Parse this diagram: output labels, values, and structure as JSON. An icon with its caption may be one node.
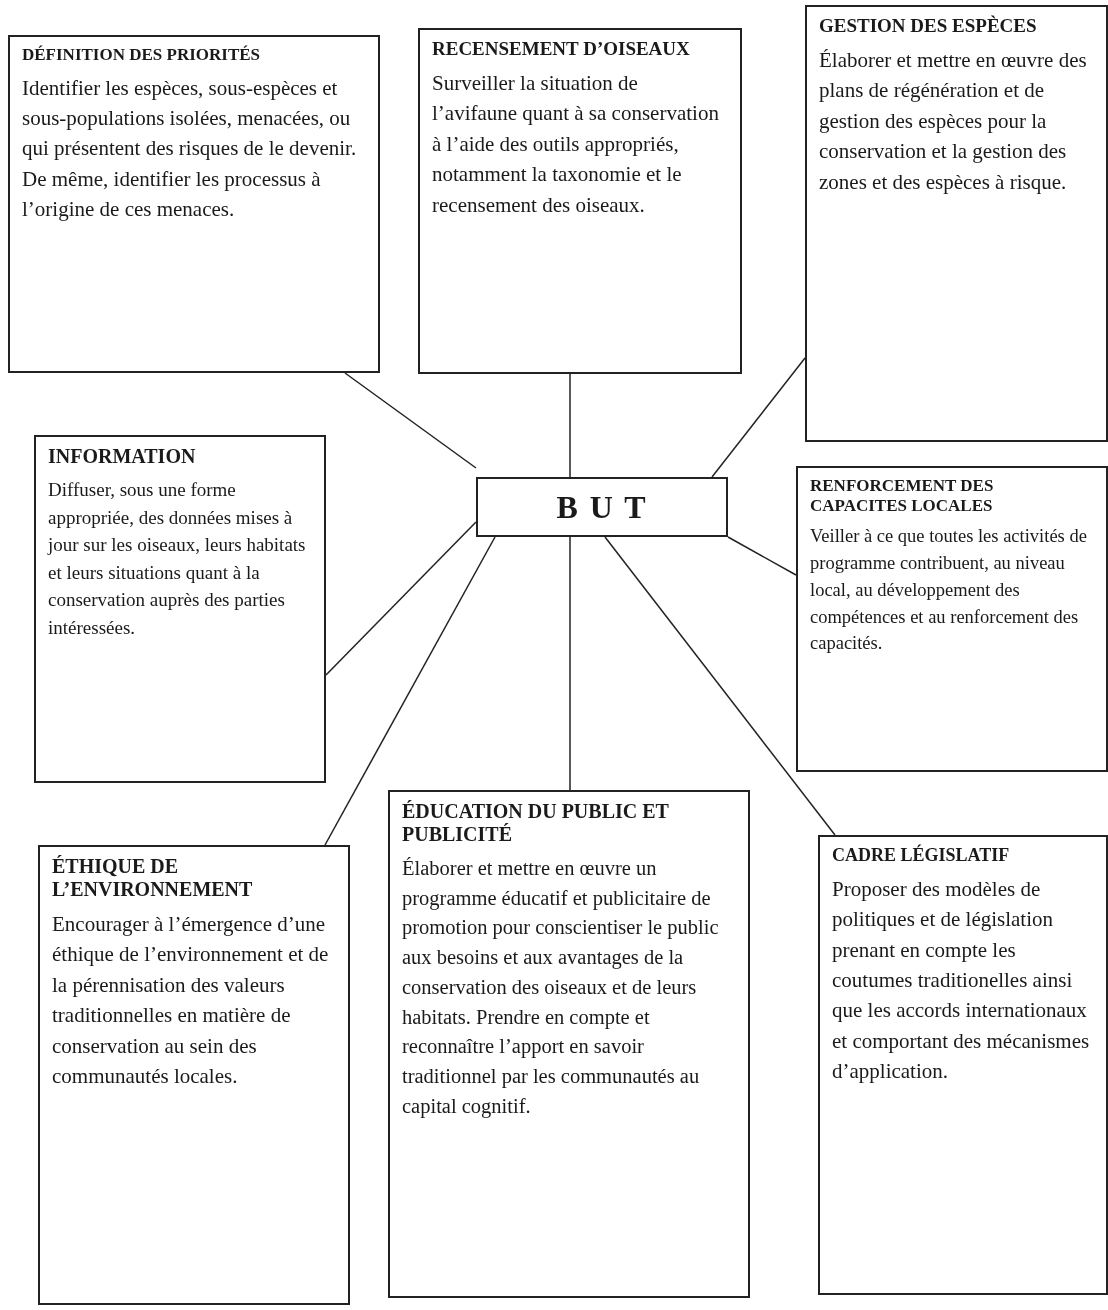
{
  "diagram": {
    "nodes": [
      {
        "text": [
          "DÉFINITION DES PRIORITÉS",
          "Identifier les espèces, sous-espèces et sous-populations isolées, menacées, ou qui présentent des risques de le devenir. De même, identifier les processus à l’origine de ces menaces."
        ]
      },
      {
        "text": [
          "RECENSEMENT D’OISEAUX",
          "Surveiller la situation de l’avifaune quant à sa conservation à l’aide des outils appropriés, notamment la taxonomie et le recensement des oiseaux."
        ]
      },
      {
        "text": [
          "GESTION DES ESPÈCES",
          "Élaborer et mettre en œuvre des plans de régénération et de gestion des espèces pour la conservation et la gestion des zones et des espèces à risque."
        ]
      },
      {
        "text": [
          "INFORMATION",
          "Diffuser, sous une forme appropriée, des données mises à jour sur les oiseaux, leurs habitats et leurs situations quant à la conservation auprès des parties intéressées."
        ]
      },
      {
        "text": [
          "B U T"
        ]
      },
      {
        "text": [
          "RENFORCEMENT DES CAPACITES LOCALES",
          "Veiller à ce que toutes les activités de programme contribuent, au niveau local, au développement des compétences et au renforcement des capacités."
        ]
      },
      {
        "text": [
          "ÉTHIQUE DE L’ENVIRONNEMENT",
          "Encourager à l’émergence d’une éthique de l’environnement et de la pérennisation des valeurs traditionnelles en matière de conservation au sein des communautés locales."
        ]
      },
      {
        "text": [
          "ÉDUCATION DU PUBLIC ET PUBLICITÉ",
          "Élaborer et mettre en œuvre un programme éducatif et publicitaire de promotion pour conscientiser le public aux besoins et aux avantages de la conservation des oiseaux et de leurs habitats. Prendre en compte et reconnaître l’apport en savoir traditionnel par les communautés au capital cognitif."
        ]
      },
      {
        "text": [
          "CADRE LÉGISLATIF",
          "Proposer des modèles de politiques et de législation prenant en compte les coutumes traditionelles ainsi que les accords internationaux et comportant des mécanismes d’application."
        ]
      }
    ],
    "edges": [
      {
        "from": 4,
        "to": 0,
        "arrow": "none"
      },
      {
        "from": 4,
        "to": 1,
        "arrow": "none"
      },
      {
        "from": 4,
        "to": 2,
        "arrow": "none"
      },
      {
        "from": 4,
        "to": 3,
        "arrow": "none"
      },
      {
        "from": 4,
        "to": 5,
        "arrow": "none"
      },
      {
        "from": 4,
        "to": 6,
        "arrow": "none"
      },
      {
        "from": 4,
        "to": 7,
        "arrow": "none"
      },
      {
        "from": 4,
        "to": 8,
        "arrow": "none"
      }
    ]
  }
}
